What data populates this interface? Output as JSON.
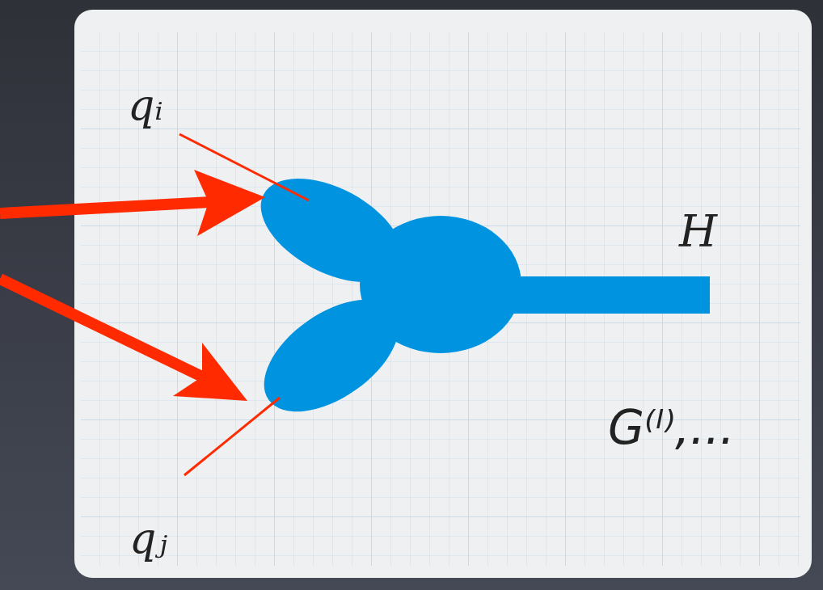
{
  "diagram": {
    "labels": [
      "qᵢ",
      "qⱼ",
      "H",
      "G⁽ˡ⁾,..."
    ]
  }
}
